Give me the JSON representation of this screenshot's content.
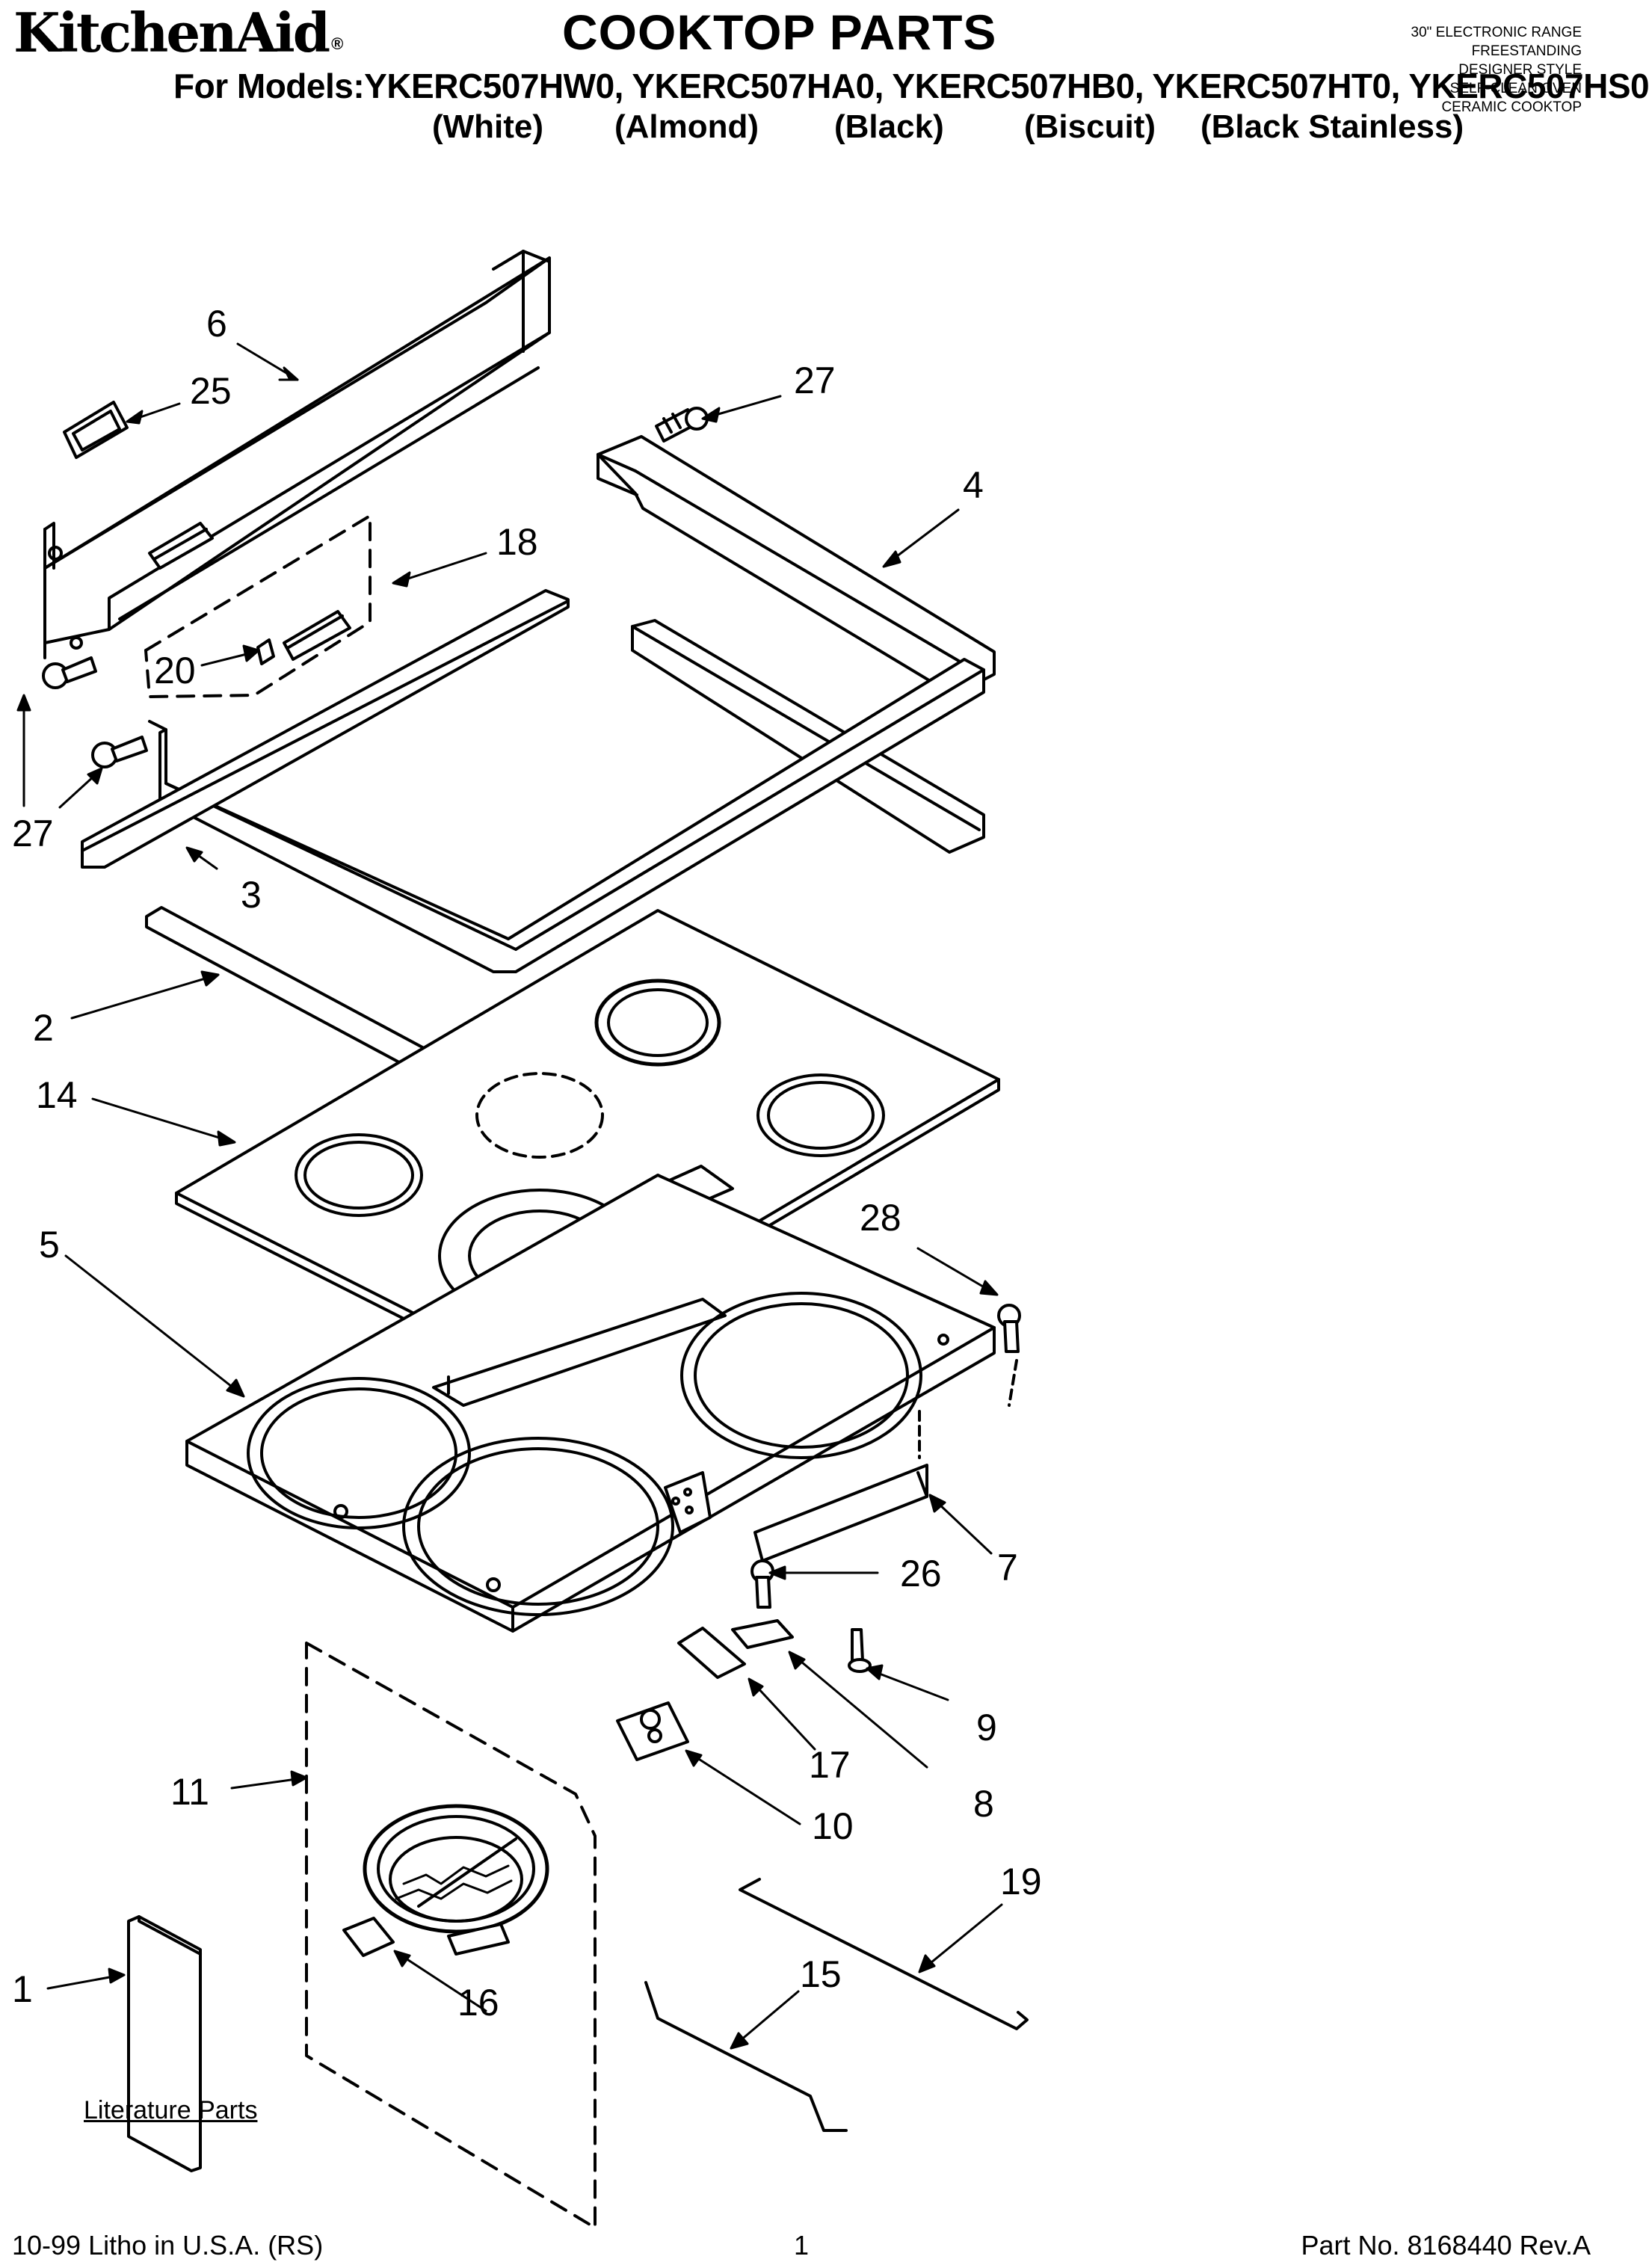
{
  "header": {
    "brand": "KitchenAid",
    "brand_mark": "®",
    "title": "COOKTOP PARTS",
    "models_line": "For Models:YKERC507HW0, YKERC507HA0, YKERC507HB0, YKERC507HT0, YKERC507HS0",
    "colors": [
      "(White)",
      "(Almond)",
      "(Black)",
      "(Biscuit)",
      "(Black Stainless)"
    ],
    "spec_lines": [
      "30\" ELECTRONIC RANGE",
      "FREESTANDING",
      "DESIGNER STYLE",
      "SELF-CLEAN OVEN",
      "CERAMIC COOKTOP"
    ]
  },
  "callouts": {
    "c6": "6",
    "c25": "25",
    "c27a": "27",
    "c4": "4",
    "c18": "18",
    "c20": "20",
    "c27b": "27",
    "c3": "3",
    "c2": "2",
    "c14": "14",
    "c5": "5",
    "c28": "28",
    "c7": "7",
    "c26": "26",
    "c9": "9",
    "c17": "17",
    "c8": "8",
    "c11": "11",
    "c10": "10",
    "c19": "19",
    "c16": "16",
    "c15": "15",
    "c1": "1"
  },
  "literature_label": "Literature Parts",
  "footer": {
    "left": "10-99 Litho in U.S.A. (RS)",
    "center": "1",
    "right": "Part No. 8168440 Rev.A"
  }
}
